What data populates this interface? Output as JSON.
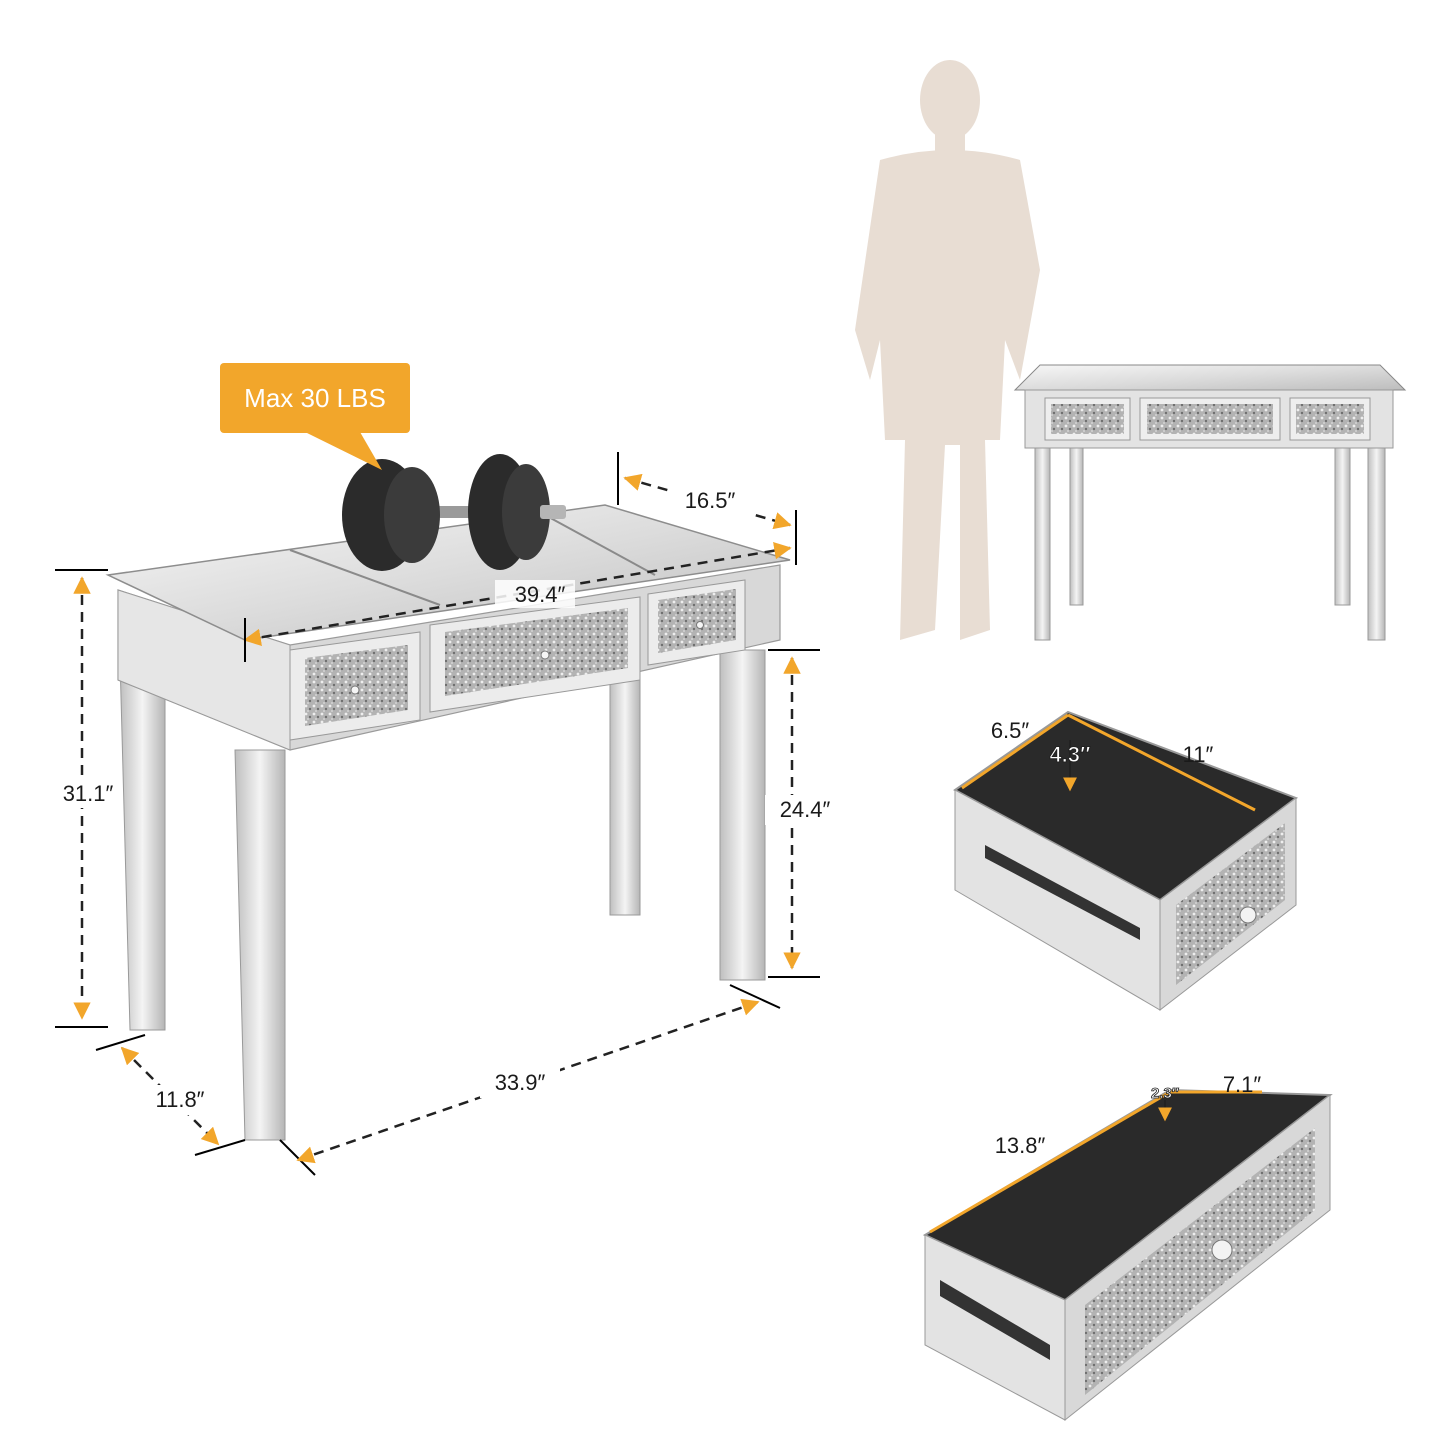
{
  "colors": {
    "accent": "#f2a62b",
    "mirror_light": "#f1f1f1",
    "mirror_mid": "#d4d4d4",
    "mirror_dark": "#a9a9a9",
    "glitter": "#9a9a9a",
    "silhouette": "#e8ddd3",
    "drawer_interior": "#2a2a2a",
    "dumbbell": "#2b2b2b"
  },
  "weight_badge": {
    "text": "Max 30 LBS"
  },
  "table_dimensions": {
    "depth_top": "16.5″",
    "width_top": "39.4″",
    "height_total": "31.1″",
    "leg_clearance": "24.4″",
    "depth_bottom": "11.8″",
    "width_bottom": "33.9″"
  },
  "drawer_small": {
    "depth": "6.5″",
    "height": "4.3″",
    "length": "11″"
  },
  "drawer_large": {
    "height": "2.3″",
    "width": "7.1″",
    "length": "13.8″"
  },
  "icons": [
    "dumbbell-icon",
    "person-silhouette-icon"
  ]
}
